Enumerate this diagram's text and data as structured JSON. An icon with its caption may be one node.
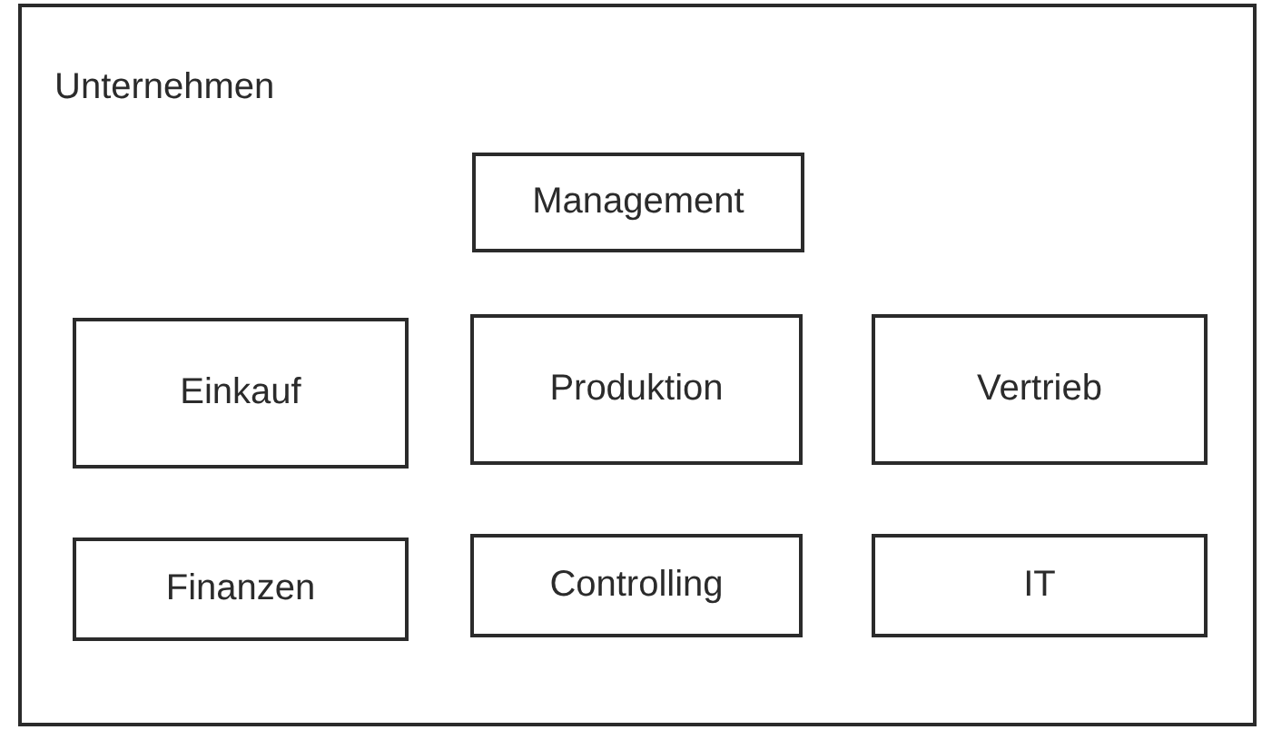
{
  "diagram": {
    "nodes": [
      {
        "text": [
          "Unternehmen"
        ]
      },
      {
        "text": [
          "Management"
        ],
        "in": 0
      },
      {
        "text": [
          "Einkauf"
        ],
        "in": 0
      },
      {
        "text": [
          "Produktion"
        ],
        "in": 0
      },
      {
        "text": [
          "Vertrieb"
        ],
        "in": 0
      },
      {
        "text": [
          "Finanzen"
        ],
        "in": 0
      },
      {
        "text": [
          "Controlling"
        ],
        "in": 0
      },
      {
        "text": [
          "IT"
        ],
        "in": 0
      }
    ]
  }
}
